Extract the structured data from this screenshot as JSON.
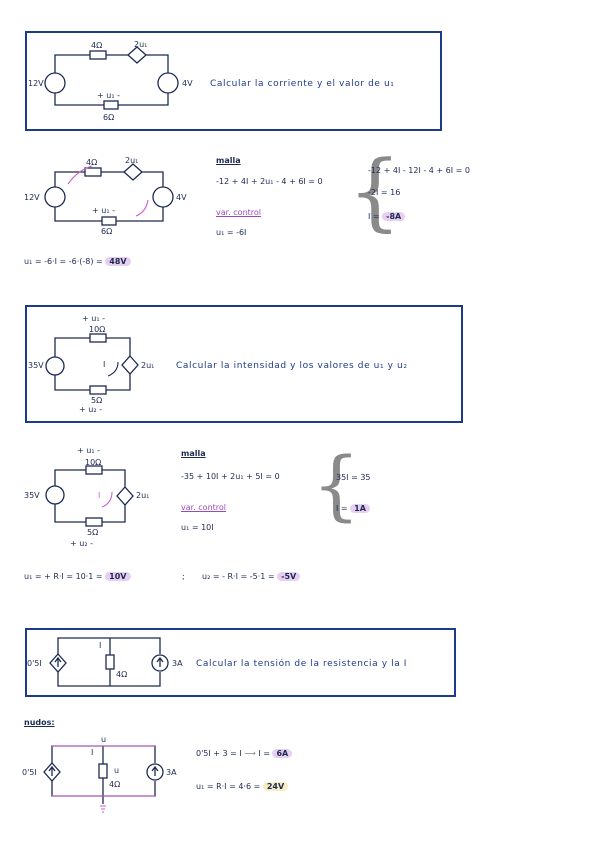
{
  "problem1": {
    "prompt": "Calcular la corriente y el valor de u₁",
    "labels": {
      "r4": "4Ω",
      "dep": "2u₁",
      "src12": "12V",
      "src4": "4V",
      "u1": "+ u₁ -",
      "r6": "6Ω"
    },
    "solution": {
      "malla_title": "malla",
      "malla_eq": "-12 + 4I + 2u₁ - 4 + 6I = 0",
      "var_title": "var. control",
      "var_eq": "u₁ = -6I",
      "sys1": "-12 + 4I - 12I - 4 + 6I = 0",
      "sys2": "-2I = 16",
      "sys3_prefix": "I =",
      "sys3_ans": "-8A",
      "u1_calc": "u₁ = -6·I = -6·(-8) =",
      "u1_ans": "48V"
    }
  },
  "problem2": {
    "prompt": "Calcular la intensidad y los valores de u₁ y u₂",
    "labels": {
      "u1": "+ u₁ -",
      "r10": "10Ω",
      "src35": "35V",
      "dep": "2u₁",
      "cur": "I",
      "r5": "5Ω",
      "u2": "+ u₂ -"
    },
    "solution": {
      "malla_title": "malla",
      "malla_eq": "-35 + 10I + 2u₁ + 5I = 0",
      "var_title": "var. control",
      "var_eq": "u₁ = 10I",
      "sys1": "35I = 35",
      "sys2_prefix": "I =",
      "sys2_ans": "1A",
      "u1_calc": "u₁ = + R·I = 10·1 =",
      "u1_ans": "10V",
      "sep": ";",
      "u2_calc": "u₂ = - R·I = -5·1 =",
      "u2_ans": "-5V"
    }
  },
  "problem3": {
    "prompt": "Calcular la tensión de la resistencia y la I",
    "labels": {
      "dep": "0'5I",
      "cur": "I",
      "r4": "4Ω",
      "src3": "3A",
      "u": "u"
    },
    "solution": {
      "nudos_title": "nudos:",
      "eq1": "0'5I + 3 = I",
      "eq1_arrow": "⟶",
      "eq1_prefix": "I =",
      "eq1_ans": "6A",
      "eq2": "u₁ = R·I = 4·6 =",
      "eq2_ans": "24V"
    }
  }
}
